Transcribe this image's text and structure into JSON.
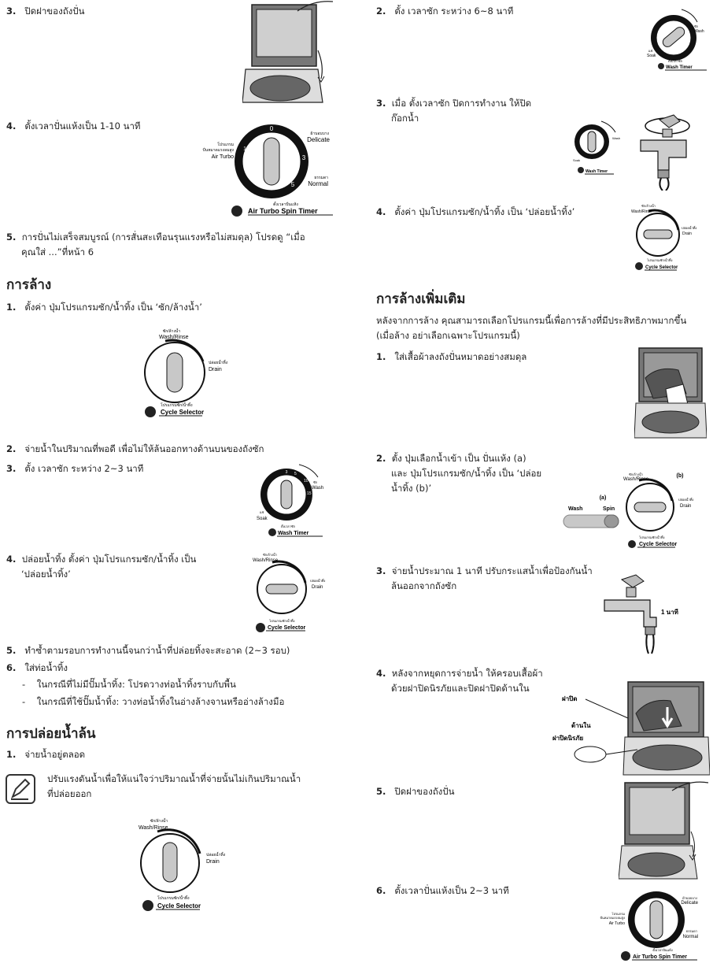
{
  "left": {
    "s3": {
      "num": "3.",
      "text": "ปิดฝาของถังปั่น"
    },
    "s4": {
      "num": "4.",
      "text": "ตั้งเวลาปั่นแห้งเป็น 1-10 นาที"
    },
    "dial_spin": {
      "delicate_small": "ผ้าบอบบาง",
      "delicate": "Delicate",
      "airturbo_small1": "โปรแกรม",
      "airturbo_small2": "ปั่นหมาดแรงลมสูง",
      "airturbo": "Air Turbo",
      "normal_small": "ธรรมดา",
      "normal": "Normal",
      "n0": "0",
      "n3": "3",
      "n5": "5",
      "n10": "10",
      "caption_small": "ตั้งเวลาปั่นแห้ง",
      "caption": "Air Turbo Spin Timer"
    },
    "s5": {
      "num": "5.",
      "line1": "การปั่นไม่เสร็จสมบูรณ์ (การสั่นสะเทือนรุนแรงหรือไม่สมดุล) โปรดดู “เมื่อ",
      "line2": "คุณใส่ ...”ที่หน้า 6"
    },
    "h_rinse": "การล้าง",
    "r1": {
      "num": "1.",
      "text": "ตั้งค่า ปุ่มโปรแกรมซัก/น้ำทิ้ง เป็น ‘ซัก/ล้างน้ำ’"
    },
    "dial_sel": {
      "washrinse_small": "ซัก/ล้างน้ำ",
      "washrinse": "Wash/Rinse",
      "drain_small": "ปล่อยน้ำทิ้ง",
      "drain": "Drain",
      "caption_small": "โปรแกรมซัก/น้ำทิ้ง",
      "caption": "Cycle Selector"
    },
    "r2": {
      "num": "2.",
      "text": "จ่ายน้ำในปริมาณที่พอดี เพื่อไม่ให้ล้นออกทางด้านบนของถังซัก"
    },
    "r3": {
      "num": "3.",
      "text": "ตั้ง เวลาซัก ระหว่าง 2~3 นาที"
    },
    "dial_wash": {
      "wash_small": "ซัก",
      "wash": "Wash",
      "soak_small": "แช่",
      "soak": "Soak",
      "caption_small": "ตั้งเวลาซัก",
      "caption": "Wash Timer",
      "n3": "3",
      "n5": "5",
      "n10": "10",
      "n15": "15"
    },
    "r4": {
      "num": "4.",
      "line1": "ปล่อยน้ำทิ้ง ตั้งค่า ปุ่มโปรแกรมซัก/น้ำทิ้ง เป็น",
      "line2": "‘ปล่อยน้ำทิ้ง’"
    },
    "r5": {
      "num": "5.",
      "text": "ทำซ้ำตามรอบการทำงานนี้จนกว่าน้ำที่ปล่อยทิ้งจะสะอาด (2~3 รอบ)"
    },
    "r6": {
      "num": "6.",
      "text": "ใส่ท่อน้ำทิ้ง"
    },
    "r6a": {
      "dash": "-",
      "text": "ในกรณีที่ไม่มีปั๊มน้ำทิ้ง: โปรดวางท่อน้ำทิ้งราบกับพื้น"
    },
    "r6b": {
      "dash": "-",
      "text": "ในกรณีที่ใช้ปั๊มน้ำทิ้ง: วางท่อน้ำทิ้งในอ่างล้างจานหรืออ่างล้างมือ"
    },
    "h_overflow": "การปล่อยน้ำล้น",
    "o1": {
      "num": "1.",
      "text": "จ่ายน้ำอยู่ตลอด"
    },
    "note": {
      "line1": "ปรับแรงดันน้ำเพื่อให้แน่ใจว่าปริมาณน้ำที่จ่ายนั้นไม่เกินปริมาณน้ำ",
      "line2": "ที่ปล่อยออก"
    }
  },
  "right": {
    "s2": {
      "num": "2.",
      "text": "ตั้ง เวลาซัก ระหว่าง 6~8 นาที"
    },
    "s3": {
      "num": "3.",
      "line1": "เมื่อ ตั้งเวลาซัก ปิดการทำงาน ให้ปิด",
      "line2": "ก๊อกน้ำ"
    },
    "s4": {
      "num": "4.",
      "text": "ตั้งค่า ปุ่มโปรแกรมซัก/น้ำทิ้ง เป็น ‘ปล่อยน้ำทิ้ง’"
    },
    "h_extra": "การล้างเพิ่มเติม",
    "intro": {
      "line1": "หลังจากการล้าง คุณสามารถเลือกโปรแกรมนี้เพื่อการล้างที่มีประสิทธิภาพมากขึ้น",
      "line2": "(เมื่อล้าง อย่าเลือกเฉพาะโปรแกรมนี้)"
    },
    "e1": {
      "num": "1.",
      "text": "ใส่เสื้อผ้าลงถังปั่นหมาดอย่างสมดุล"
    },
    "e2": {
      "num": "2.",
      "line1": "ตั้ง ปุ่มเลือกน้ำเข้า เป็น ปั่นแห้ง (a)",
      "line2": "และ ปุ่มโปรแกรมซัก/น้ำทิ้ง เป็น ‘ปล่อย",
      "line3": "น้ำทิ้ง (b)’"
    },
    "e2_fig": {
      "a": "(a)",
      "b": "(b)",
      "wash": "Wash",
      "spin": "Spin"
    },
    "e3": {
      "num": "3.",
      "line1": "จ่ายน้ำประมาณ 1 นาที ปรับกระแสน้ำเพื่อป้องกันน้ำ",
      "line2": "ล้นออกจากถังซัก"
    },
    "e3_fig": {
      "label": "1 นาที"
    },
    "e4": {
      "num": "4.",
      "line1": "หลังจากหยุดการจ่ายน้ำ ให้ครอบเสื้อผ้า",
      "line2": "ด้วยฝาปิดนิรภัยและปิดฝาปิดด้านใน"
    },
    "e4_fig": {
      "lid": "ฝาปิด",
      "inner": "ด้านใน",
      "safety": "ฝาปิดนิรภัย"
    },
    "e5": {
      "num": "5.",
      "text": "ปิดฝาของถังปั่น"
    },
    "e6": {
      "num": "6.",
      "text": "ตั้งเวลาปั่นแห้งเป็น 2~3 นาที"
    }
  }
}
